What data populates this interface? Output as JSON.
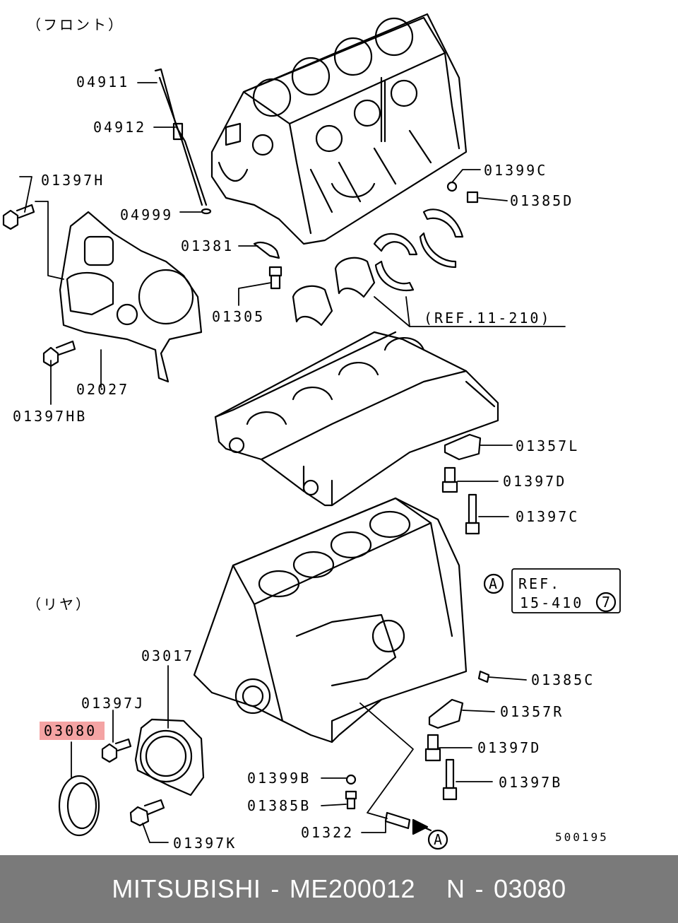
{
  "labels": {
    "front": "（フロント）",
    "rear": "（リヤ）",
    "p04911": "04911",
    "p04912": "04912",
    "p01397H": "01397H",
    "p04999": "04999",
    "p01381": "01381",
    "p01305": "01305",
    "p02027": "02027",
    "p01397HB": "01397HB",
    "p01399C": "01399C",
    "p01385D": "01385D",
    "ref11": "(REF.11-210)",
    "p01357L": "01357L",
    "p01397D_top": "01397D",
    "p01397C": "01397C",
    "circleA": "A",
    "ref15_line1": "REF.",
    "ref15_line2": "15-410",
    "ref15_num": "7",
    "p03017": "03017",
    "p01397J": "01397J",
    "p03080": "03080",
    "p01385C": "01385C",
    "p01357R": "01357R",
    "p01397D_bottom": "01397D",
    "p01399B": "01399B",
    "p01385B": "01385B",
    "p01397B": "01397B",
    "p01322": "01322",
    "p01397K": "01397K",
    "circleA2": "A",
    "diagramNo": "500195"
  },
  "highlight_color": "#f4a3a3",
  "footer": {
    "brand": "MITSUBISHI",
    "sep1": "-",
    "part_no": "ME200012",
    "ref_prefix": "N",
    "sep2": "-",
    "ref_no": "03080"
  }
}
